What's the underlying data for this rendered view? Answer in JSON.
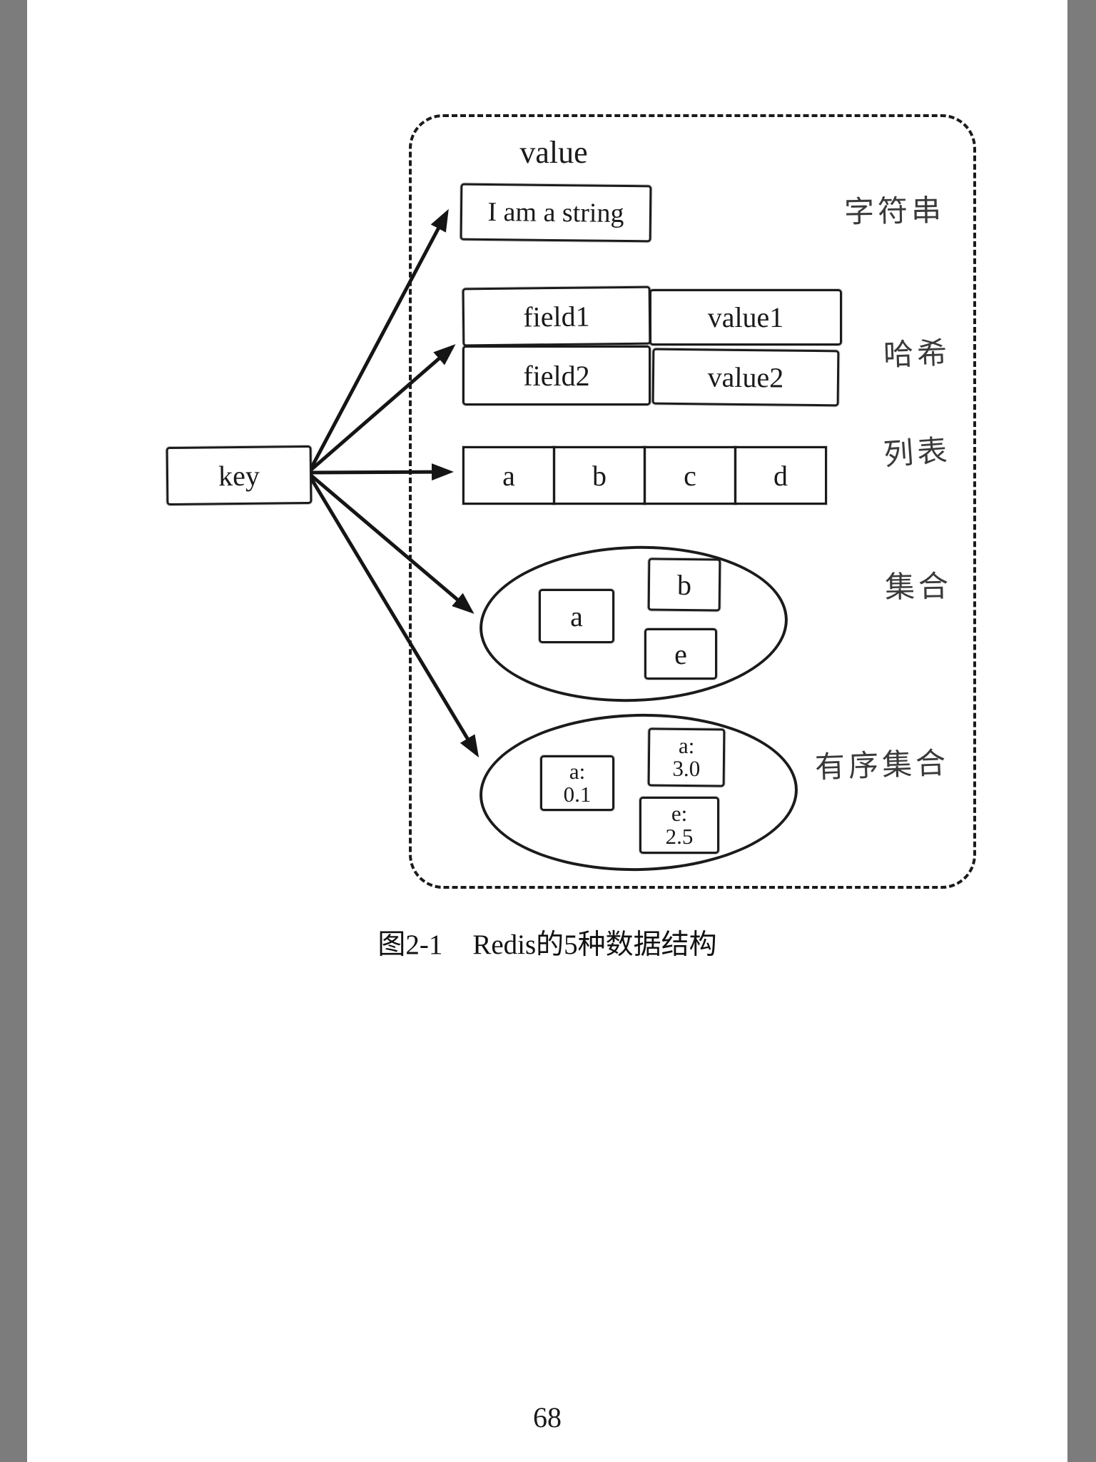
{
  "page": {
    "number": "68",
    "caption_prefix": "图2-1",
    "caption_text": "Redis的5种数据结构"
  },
  "diagram": {
    "key_label": "key",
    "value_label": "value",
    "string": {
      "label_cn": "字符串",
      "content": "I am a string"
    },
    "hash": {
      "label_cn": "哈希",
      "rows": [
        [
          "field1",
          "value1"
        ],
        [
          "field2",
          "value2"
        ]
      ]
    },
    "list": {
      "label_cn": "列表",
      "items": [
        "a",
        "b",
        "c",
        "d"
      ]
    },
    "set": {
      "label_cn": "集合",
      "items": [
        "a",
        "b",
        "e"
      ]
    },
    "zset": {
      "label_cn": "有序集合",
      "items": [
        {
          "l1": "a:",
          "l2": "0.1"
        },
        {
          "l1": "a:",
          "l2": "3.0"
        },
        {
          "l1": "e:",
          "l2": "2.5"
        }
      ]
    }
  },
  "colors": {
    "ink": "#1b1b1b",
    "sidebar_gray": "#7c7c7c",
    "paper": "#ffffff"
  }
}
